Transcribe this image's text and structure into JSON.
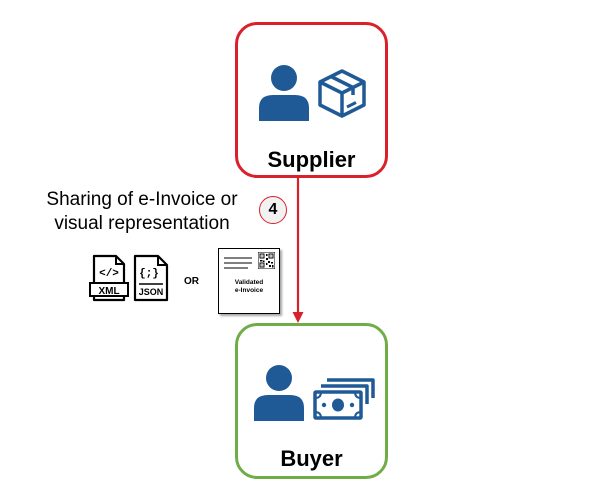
{
  "supplier": {
    "label": "Supplier",
    "border_color": "#d9202b",
    "icons": [
      "person-icon",
      "package-box-icon"
    ]
  },
  "buyer": {
    "label": "Buyer",
    "border_color": "#70ad47",
    "icons": [
      "person-icon",
      "cash-icon"
    ]
  },
  "flow": {
    "step_number": "4",
    "arrow_color": "#d9202b",
    "caption_line1": "Sharing of e-Invoice or",
    "caption_line2": "visual representation"
  },
  "formats": {
    "xml_label": "XML",
    "json_label": "JSON",
    "or_label": "OR",
    "invoice_line1": "Validated",
    "invoice_line2": "e-Invoice"
  },
  "colors": {
    "icon_blue": "#1f5a96"
  }
}
